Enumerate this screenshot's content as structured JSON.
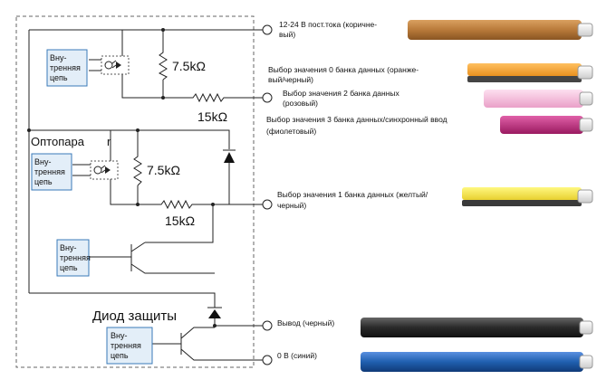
{
  "diagram": {
    "internal_circuit_label": [
      "Вну-",
      "тренняя",
      "цепь"
    ],
    "optocoupler_label": "Оптопара",
    "optocoupler_mark": "r",
    "protection_diode_label": "Диод защиты",
    "resistors": {
      "r1": "7.5kΩ",
      "r2": "15kΩ",
      "r3": "7.5kΩ",
      "r4": "15kΩ"
    },
    "wires": [
      {
        "label": [
          "12-24 В пост.тока (коричне-",
          "вый)"
        ],
        "color": "#b87a3a",
        "stripe": ""
      },
      {
        "label": [
          "Выбор значения 0 банка данных (оранже-",
          "вый/черный)"
        ],
        "color": "#f0a030",
        "stripe": "#444444"
      },
      {
        "label": [
          "Выбор значения 2 банка данных",
          "(розовый)"
        ],
        "color": "#f2b8dc",
        "stripe": ""
      },
      {
        "label": [
          "Выбор значения 3 банка данных/синхронный ввод",
          "(фиолетовый)"
        ],
        "color": "#c02a80",
        "stripe": ""
      },
      {
        "label": [
          "Выбор значения 1 банка данных (желтый/",
          "черный)"
        ],
        "color": "#f4e040",
        "stripe": "#444444"
      },
      {
        "label": [
          "Вывод (черный)"
        ],
        "color": "#333333",
        "stripe": ""
      },
      {
        "label": [
          "0 В (синий)"
        ],
        "color": "#2060b0",
        "stripe": ""
      }
    ]
  }
}
